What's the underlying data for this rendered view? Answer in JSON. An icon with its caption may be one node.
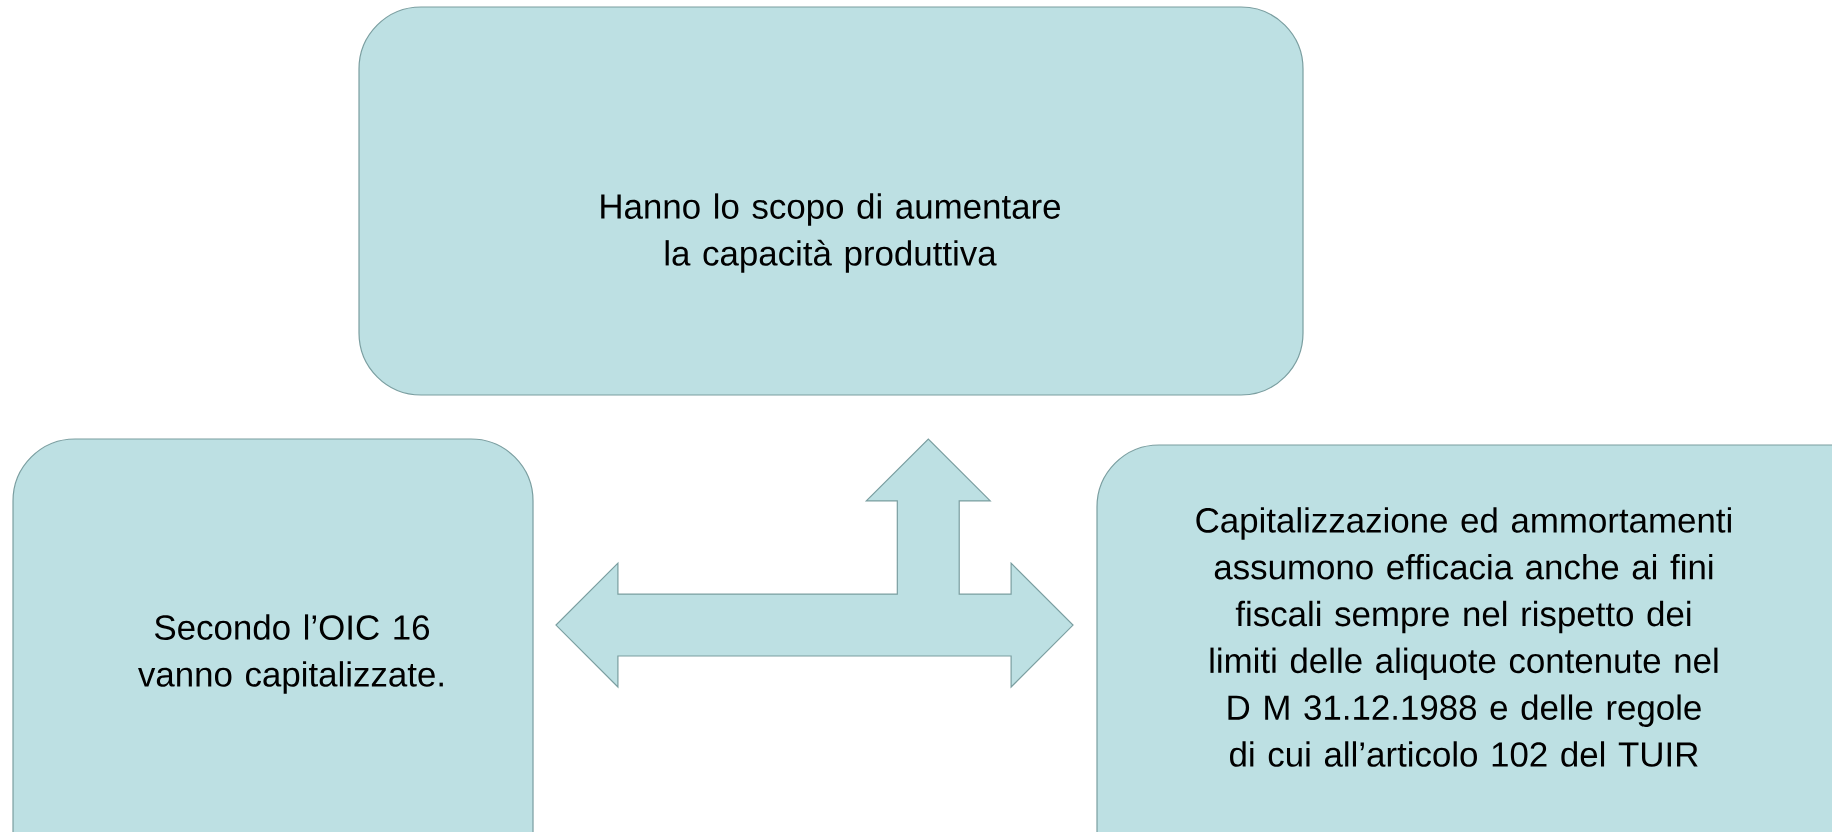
{
  "diagram": {
    "nodes": [
      {
        "text": [
          "Hanno lo scopo di aumentare la capacità produttiva"
        ]
      },
      {
        "text": [
          "Secondo l’OIC 16 vanno capitalizzate."
        ]
      },
      {
        "text": [
          "Capitalizzazione ed ammortamenti assumono efficacia anche ai fini fiscali sempre nel rispetto dei limiti delle aliquote contenute nel D M 31.12.1988 e delle regole di cui all’articolo 102 del TUIR"
        ]
      }
    ],
    "edges": [
      {
        "from": 1,
        "to": 2,
        "arrow": "both"
      },
      {
        "from": null,
        "to": 0,
        "arrow": "to"
      }
    ]
  }
}
